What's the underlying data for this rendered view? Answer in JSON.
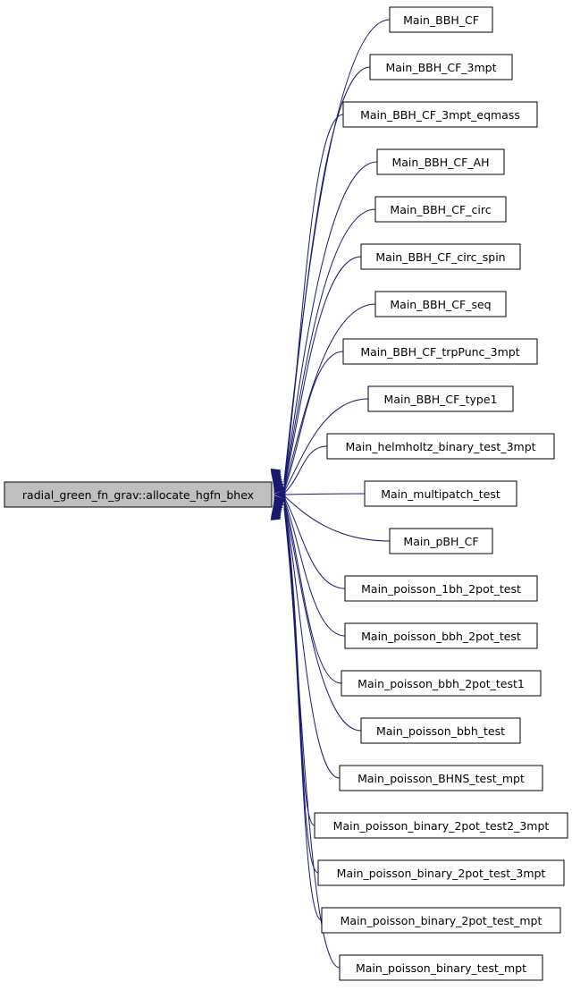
{
  "diagram": {
    "target": {
      "label": "radial_green_fn_grav::allocate_hgfn_bhex",
      "fill": "#bfbfbf"
    },
    "callers": [
      {
        "label": "Main_BBH_CF"
      },
      {
        "label": "Main_BBH_CF_3mpt"
      },
      {
        "label": "Main_BBH_CF_3mpt_eqmass"
      },
      {
        "label": "Main_BBH_CF_AH"
      },
      {
        "label": "Main_BBH_CF_circ"
      },
      {
        "label": "Main_BBH_CF_circ_spin"
      },
      {
        "label": "Main_BBH_CF_seq"
      },
      {
        "label": "Main_BBH_CF_trpPunc_3mpt"
      },
      {
        "label": "Main_BBH_CF_type1"
      },
      {
        "label": "Main_helmholtz_binary_test_3mpt"
      },
      {
        "label": "Main_multipatch_test"
      },
      {
        "label": "Main_pBH_CF"
      },
      {
        "label": "Main_poisson_1bh_2pot_test"
      },
      {
        "label": "Main_poisson_bbh_2pot_test"
      },
      {
        "label": "Main_poisson_bbh_2pot_test1"
      },
      {
        "label": "Main_poisson_bbh_test"
      },
      {
        "label": "Main_poisson_BHNS_test_mpt"
      },
      {
        "label": "Main_poisson_binary_2pot_test2_3mpt"
      },
      {
        "label": "Main_poisson_binary_2pot_test_3mpt"
      },
      {
        "label": "Main_poisson_binary_2pot_test_mpt"
      },
      {
        "label": "Main_poisson_binary_test_mpt"
      }
    ],
    "colors": {
      "edge": "#191970",
      "node_border": "#000000",
      "node_fill": "#ffffff"
    }
  }
}
